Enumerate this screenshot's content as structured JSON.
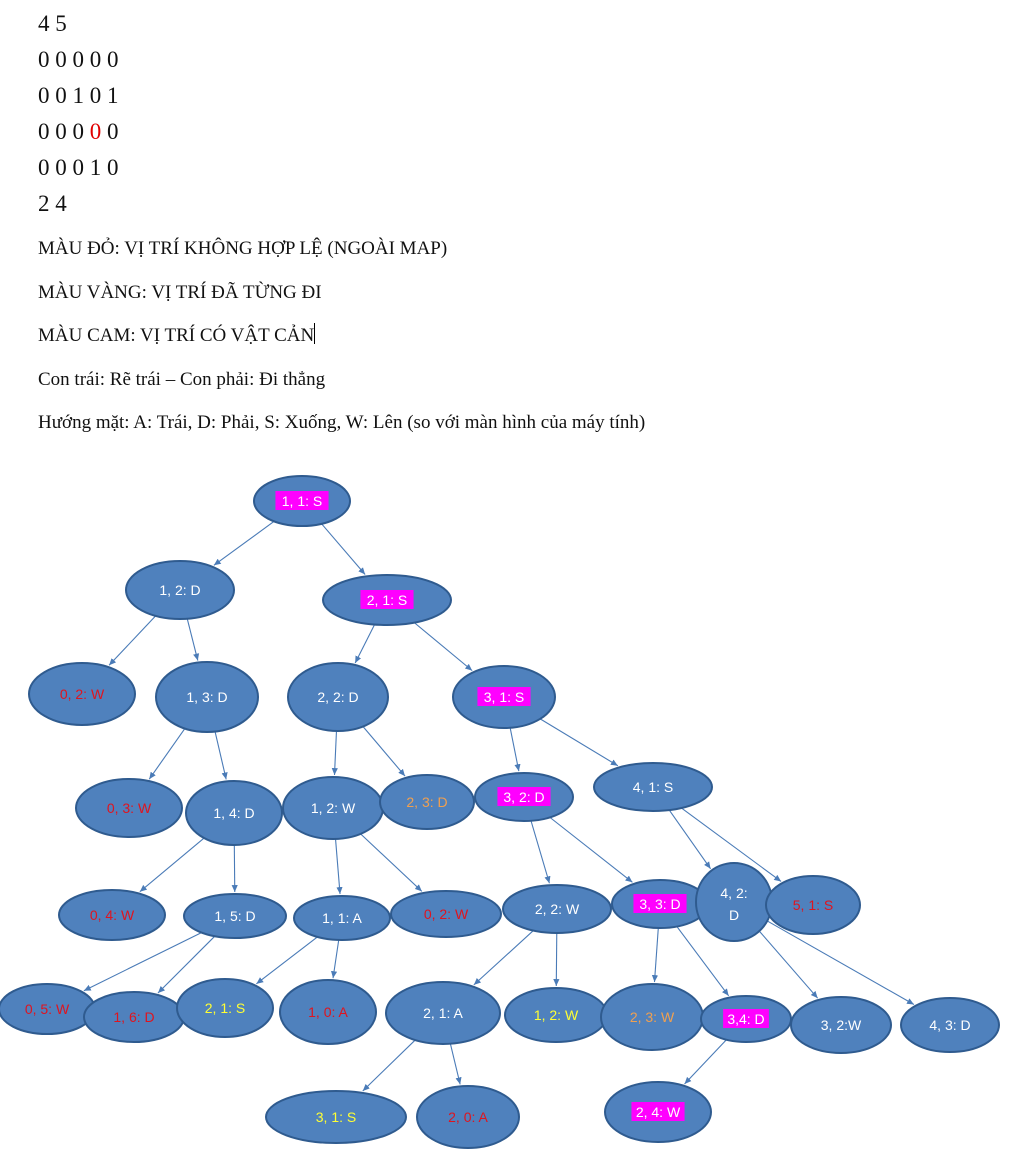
{
  "input": {
    "rows": [
      {
        "cells": [
          "4",
          "5"
        ]
      },
      {
        "cells": [
          "0",
          "0",
          "0",
          "0",
          "0"
        ]
      },
      {
        "cells": [
          "0",
          "0",
          "1",
          "0",
          "1"
        ]
      },
      {
        "cells": [
          "0",
          "0",
          "0",
          "0",
          "0"
        ],
        "highlight": 3
      },
      {
        "cells": [
          "0",
          "0",
          "0",
          "1",
          "0"
        ]
      },
      {
        "cells": [
          "2",
          "4"
        ]
      }
    ]
  },
  "legend": {
    "lines": [
      "MÀU ĐỎ: VỊ TRÍ KHÔNG HỢP LỆ (NGOÀI MAP)",
      "MÀU VÀNG: VỊ TRÍ ĐÃ TỪNG ĐI",
      "MÀU CAM: VỊ TRÍ CÓ VẬT CẢN",
      "Con trái: Rẽ trái – Con phải: Đi thẳng",
      "Hướng mặt: A: Trái, D: Phải, S: Xuống, W: Lên (so với màn hình của máy tính)"
    ]
  },
  "colors": {
    "node_fill": "#4f81bd",
    "node_border": "#2f5b8f",
    "edge": "#4a7bb7",
    "invalid": "#e0141e",
    "visited": "#ffff33",
    "obstacle": "#f0a050",
    "normal": "#ffffff",
    "path_highlight": "#ff00ff"
  },
  "tree": {
    "nodes": [
      {
        "id": "n1",
        "label": "1, 1: S",
        "style": "path"
      },
      {
        "id": "n2",
        "label": "1, 2: D",
        "style": "normal"
      },
      {
        "id": "n3",
        "label": "2, 1: S",
        "style": "path"
      },
      {
        "id": "n4",
        "label": "0, 2: W",
        "style": "invalid"
      },
      {
        "id": "n5",
        "label": "1, 3: D",
        "style": "normal"
      },
      {
        "id": "n6",
        "label": "2, 2: D",
        "style": "normal"
      },
      {
        "id": "n7",
        "label": "3, 1: S",
        "style": "path"
      },
      {
        "id": "n8",
        "label": "0, 3: W",
        "style": "invalid"
      },
      {
        "id": "n9",
        "label": "1, 4: D",
        "style": "normal"
      },
      {
        "id": "n10",
        "label": "1, 2: W",
        "style": "normal"
      },
      {
        "id": "n11",
        "label": "2, 3: D",
        "style": "obstacle"
      },
      {
        "id": "n12",
        "label": "3, 2: D",
        "style": "path"
      },
      {
        "id": "n13",
        "label": "4, 1: S",
        "style": "normal"
      },
      {
        "id": "n14",
        "label": "0, 4: W",
        "style": "invalid"
      },
      {
        "id": "n15",
        "label": "1, 5: D",
        "style": "normal"
      },
      {
        "id": "n16",
        "label": "1, 1: A",
        "style": "normal"
      },
      {
        "id": "n17",
        "label": "0, 2: W",
        "style": "invalid"
      },
      {
        "id": "n18",
        "label": "2, 2: W",
        "style": "normal"
      },
      {
        "id": "n19",
        "label": "3, 3: D",
        "style": "path"
      },
      {
        "id": "n20",
        "label": "4, 2: D",
        "style": "normal"
      },
      {
        "id": "n21",
        "label": "5, 1: S",
        "style": "invalid"
      },
      {
        "id": "n22",
        "label": "0, 5: W",
        "style": "invalid"
      },
      {
        "id": "n23",
        "label": "1, 6: D",
        "style": "invalid"
      },
      {
        "id": "n24",
        "label": "2, 1: S",
        "style": "visited"
      },
      {
        "id": "n25",
        "label": "1, 0: A",
        "style": "invalid"
      },
      {
        "id": "n26",
        "label": "2, 1: A",
        "style": "normal"
      },
      {
        "id": "n27",
        "label": "1, 2: W",
        "style": "visited"
      },
      {
        "id": "n28",
        "label": "2, 3: W",
        "style": "obstacle"
      },
      {
        "id": "n29",
        "label": "3,4: D",
        "style": "path"
      },
      {
        "id": "n30",
        "label": "3, 2:W",
        "style": "normal"
      },
      {
        "id": "n31",
        "label": "4, 3: D",
        "style": "normal"
      },
      {
        "id": "n32",
        "label": "3, 1: S",
        "style": "visited"
      },
      {
        "id": "n33",
        "label": "2, 0: A",
        "style": "invalid"
      },
      {
        "id": "n34",
        "label": "2, 4: W",
        "style": "path"
      }
    ],
    "edges": [
      [
        "n1",
        "n2"
      ],
      [
        "n1",
        "n3"
      ],
      [
        "n2",
        "n4"
      ],
      [
        "n2",
        "n5"
      ],
      [
        "n3",
        "n6"
      ],
      [
        "n3",
        "n7"
      ],
      [
        "n5",
        "n8"
      ],
      [
        "n5",
        "n9"
      ],
      [
        "n6",
        "n10"
      ],
      [
        "n6",
        "n11"
      ],
      [
        "n7",
        "n12"
      ],
      [
        "n7",
        "n13"
      ],
      [
        "n9",
        "n14"
      ],
      [
        "n9",
        "n15"
      ],
      [
        "n10",
        "n16"
      ],
      [
        "n10",
        "n17"
      ],
      [
        "n12",
        "n18"
      ],
      [
        "n12",
        "n19"
      ],
      [
        "n13",
        "n20"
      ],
      [
        "n13",
        "n21"
      ],
      [
        "n15",
        "n22"
      ],
      [
        "n15",
        "n23"
      ],
      [
        "n16",
        "n24"
      ],
      [
        "n16",
        "n25"
      ],
      [
        "n18",
        "n26"
      ],
      [
        "n18",
        "n27"
      ],
      [
        "n19",
        "n28"
      ],
      [
        "n19",
        "n29"
      ],
      [
        "n20",
        "n30"
      ],
      [
        "n20",
        "n31"
      ],
      [
        "n26",
        "n32"
      ],
      [
        "n26",
        "n33"
      ],
      [
        "n29",
        "n34"
      ]
    ]
  }
}
